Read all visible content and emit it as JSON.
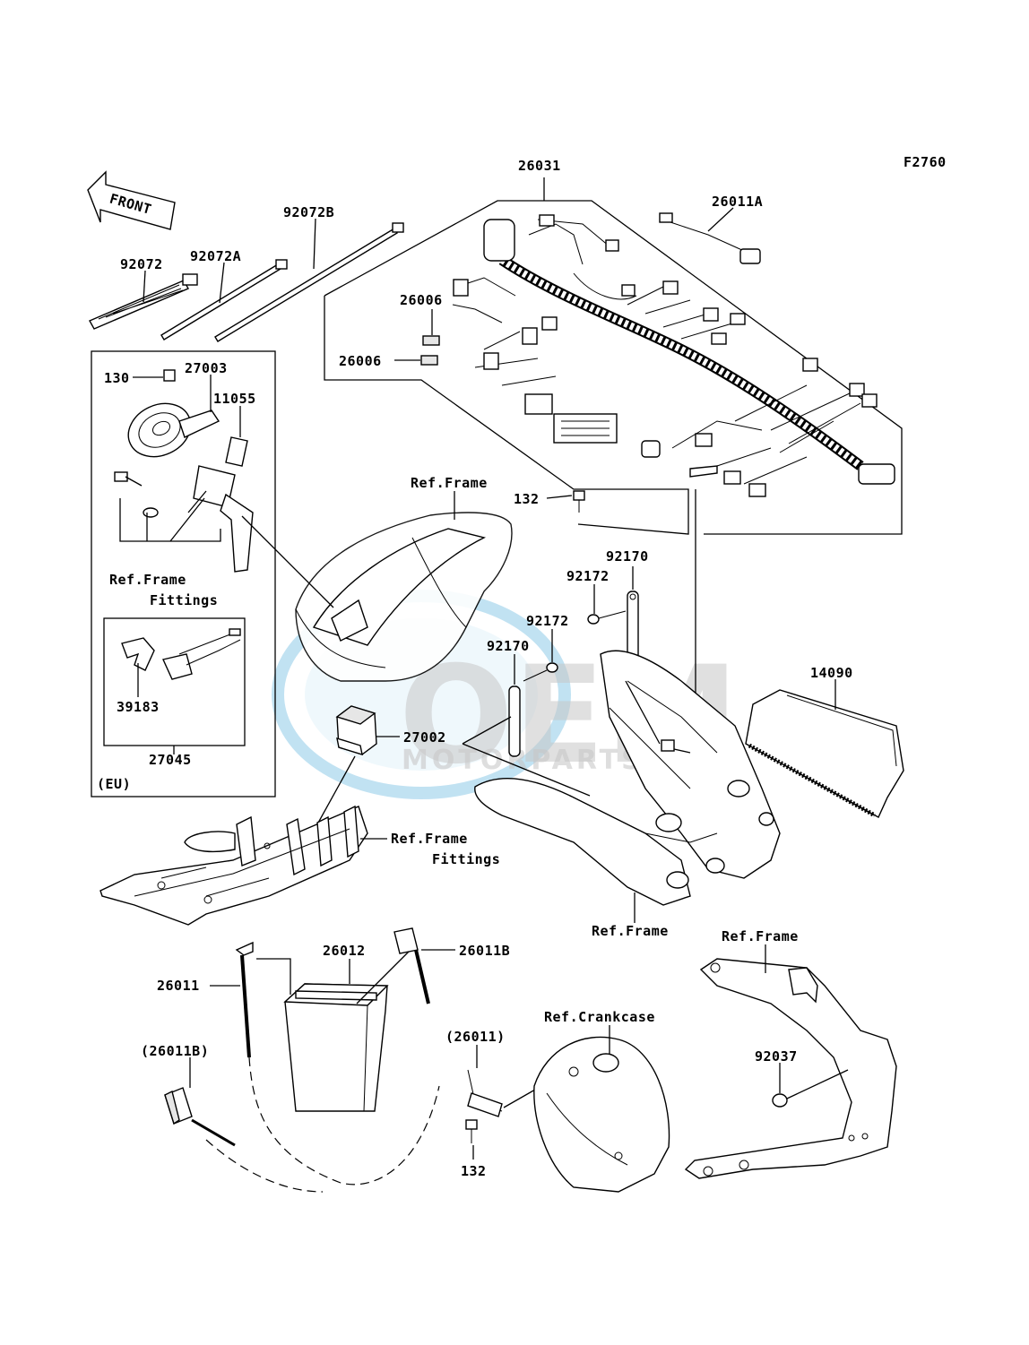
{
  "diagram_code": "F2760",
  "front_label": "FRONT",
  "watermark": {
    "main": "OEM",
    "sub": "MOTORPARTS",
    "color": "#8fcbe9"
  },
  "labels": {
    "l26031": "26031",
    "l26011A": "26011A",
    "l92072": "92072",
    "l92072A": "92072A",
    "l92072B": "92072B",
    "l26006a": "26006",
    "l26006b": "26006",
    "l130": "130",
    "l27003": "27003",
    "l11055": "11055",
    "refFrameTop": "Ref.Frame",
    "l132a": "132",
    "l92170a": "92170",
    "l92172a": "92172",
    "l92172b": "92172",
    "l92170b": "92170",
    "refFrameFit1a": "Ref.Frame",
    "refFrameFit1b": "Fittings",
    "l39183": "39183",
    "l27045": "27045",
    "lEU": "(EU)",
    "l27002": "27002",
    "l14090": "14090",
    "refFrameFit2a": "Ref.Frame",
    "refFrameFit2b": "Fittings",
    "refFrameMid": "Ref.Frame",
    "refFrameRight": "Ref.Frame",
    "l26012": "26012",
    "l26011B": "26011B",
    "l26011": "26011",
    "refCrankcase": "Ref.Crankcase",
    "l26011p": "(26011)",
    "l26011Bp": "(26011B)",
    "l92037": "92037",
    "l132b": "132"
  }
}
